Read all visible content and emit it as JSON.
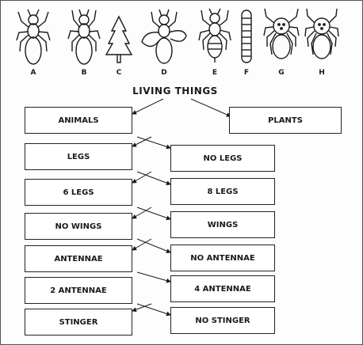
{
  "organisms": [
    {
      "label": "A",
      "kind": "spider-body"
    },
    {
      "label": "B",
      "kind": "spider-body"
    },
    {
      "label": "C",
      "kind": "tree"
    },
    {
      "label": "D",
      "kind": "winged-insect"
    },
    {
      "label": "E",
      "kind": "wasp"
    },
    {
      "label": "F",
      "kind": "caterpillar"
    },
    {
      "label": "G",
      "kind": "spider-spotted"
    },
    {
      "label": "H",
      "kind": "spider-spotted"
    }
  ],
  "key": {
    "title": "LIVING THINGS",
    "levels": [
      {
        "left": "ANIMALS",
        "right": "PLANTS"
      },
      {
        "left": "LEGS",
        "right": "NO LEGS"
      },
      {
        "left": "6 LEGS",
        "right": "8 LEGS"
      },
      {
        "left": "NO WINGS",
        "right": "WINGS"
      },
      {
        "left": "ANTENNAE",
        "right": "NO ANTENNAE"
      },
      {
        "left": "2 ANTENNAE",
        "right": "4 ANTENNAE"
      },
      {
        "left": "STINGER",
        "right": "NO STINGER"
      }
    ]
  },
  "colors": {
    "ink": "#1a1a1a",
    "border": "#222222",
    "background": "#fdfdfd"
  }
}
